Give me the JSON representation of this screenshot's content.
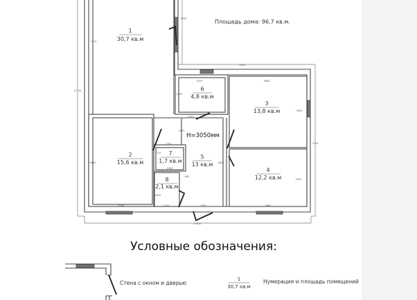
{
  "house_area": "Площадь дома: 96,7 кв.м.",
  "height_label": "H=3050мм",
  "rooms": [
    {
      "number": "1",
      "area": "30,7 кв.м"
    },
    {
      "number": "2",
      "area": "15,6 кв.м"
    },
    {
      "number": "3",
      "area": "13,8 кв.м"
    },
    {
      "number": "4",
      "area": "12,2 кв.м"
    },
    {
      "number": "5",
      "area": "13 кв.м"
    },
    {
      "number": "6",
      "area": "4,8 кв.м"
    },
    {
      "number": "7",
      "area": "1,7 кв.м"
    },
    {
      "number": "8",
      "area": "2,1 кв.м"
    }
  ],
  "dimensions": {
    "left_outer": "12134",
    "room1_left": "7150",
    "room1_right": "5290",
    "top_mid": "6160",
    "room6_top": "2520",
    "room3_top": "3880",
    "room6_side": "1690",
    "room3_side": "3640",
    "right_outer": "7124",
    "hall_top": "1670",
    "hall_side": "1570",
    "room7_top": "1350",
    "room7_side": "1110",
    "room7_bottom": "1450",
    "room2_side": "4650",
    "room5_side": "4650",
    "room4_side": "3150",
    "room8_side": "1655",
    "nook": "600",
    "room2_bottom": "5240",
    "room8_bottom": "1150",
    "room5_bottom": "2360",
    "room4_bottom": "3880",
    "bottom_outer": "13310"
  },
  "legend": {
    "title": "Условные обозначения:",
    "wall_label": "Стена с окном и дверью",
    "sample_number": "1",
    "sample_area": "30,7 кв.м",
    "numbering_label": "Нумерация и площадь помещений"
  }
}
